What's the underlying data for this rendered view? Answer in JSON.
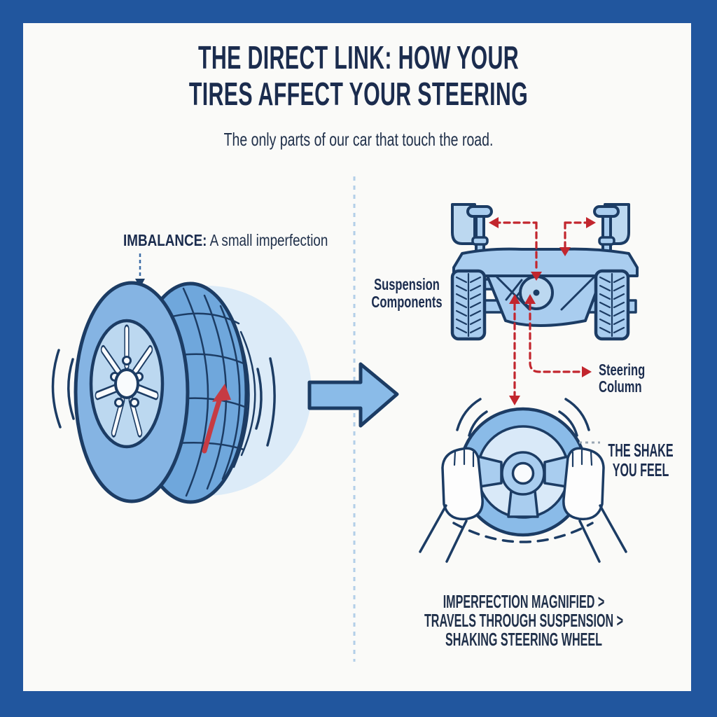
{
  "title": {
    "line1": "THE DIRECT LINK: HOW YOUR",
    "line2": "TIRES AFFECT YOUR STEERING"
  },
  "subtitle": "The only parts of our car that touch the road.",
  "left_panel": {
    "imbalance_label_bold": "IMBALANCE:",
    "imbalance_label_rest": " A small imperfection",
    "illustration": "tire-with-imbalance-arrow-and-vibration-lines"
  },
  "right_panel": {
    "suspension_label_line1": "Suspension",
    "suspension_label_line2": "Components",
    "steering_column_label_line1": "Steering",
    "steering_column_label_line2": "Column",
    "shake_label_line1": "THE SHAKE",
    "shake_label_line2": "YOU FEEL",
    "caption_line1": "IMPERFECTION MAGNIFIED >",
    "caption_line2": "TRAVELS THROUGH SUSPENSION >",
    "caption_line3": "SHAKING STEERING WHEEL",
    "illustrations": [
      "suspension-front-axle-view",
      "vibration-path-dashed-arrows",
      "steering-wheel-held-by-hands"
    ]
  },
  "center": {
    "illustration": "flow-arrow-right"
  },
  "colors": {
    "frame_blue": "#21569E",
    "paper": "#FAFAF8",
    "ink": "#1C3C64",
    "title_navy": "#1B2C4E",
    "text_dark": "#20304A",
    "red": "#C2262E",
    "red_soft": "#C63B43",
    "blue_tread": "#6FA7DC",
    "blue_side": "#85B4E3",
    "blue_soft": "#A9CDEF",
    "blue_fill": "#8ABBE8",
    "blue_pale": "#D9E9F8",
    "blue_wedge": "#BCD8F0",
    "backdrop": "#DCEBF8",
    "divider": "#B3CFE8",
    "hand": "#FDFDFD",
    "wheel_white": "#F9FBFD",
    "connector": "#9AA6B2",
    "dash_blue": "#3C6CA6"
  }
}
